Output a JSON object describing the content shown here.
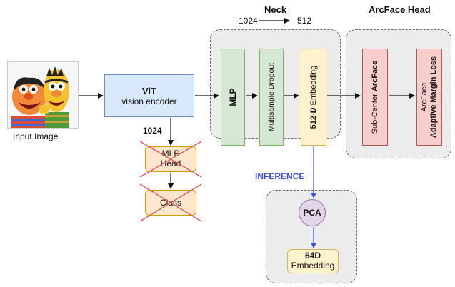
{
  "labels": {
    "neck_title": "Neck",
    "arcface_title": "ArcFace Head",
    "dim_from": "1024",
    "dim_to": "512",
    "input_image": "Input Image",
    "vit_title": "ViT",
    "vit_sub": "vision encoder",
    "vit_out_dim": "1024",
    "mlp": "MLP",
    "dropout": "Multisample Dropout",
    "embed_bold": "512-D",
    "embed_rest": " Embedding",
    "subcenter_pre": "Sub-Center ",
    "subcenter_bold": "ArcFace",
    "loss_line1": "ArcFace",
    "loss_line2": "Adaptive Margin Loss",
    "mlp_head": "MLP\nHead",
    "class": "Class",
    "inference": "INFERENCE",
    "pca": "PCA",
    "out_bold": "64D",
    "out_rest": "Embedding"
  },
  "colors": {
    "inference": "#3b4fe0",
    "cross": "#e05a5a"
  }
}
